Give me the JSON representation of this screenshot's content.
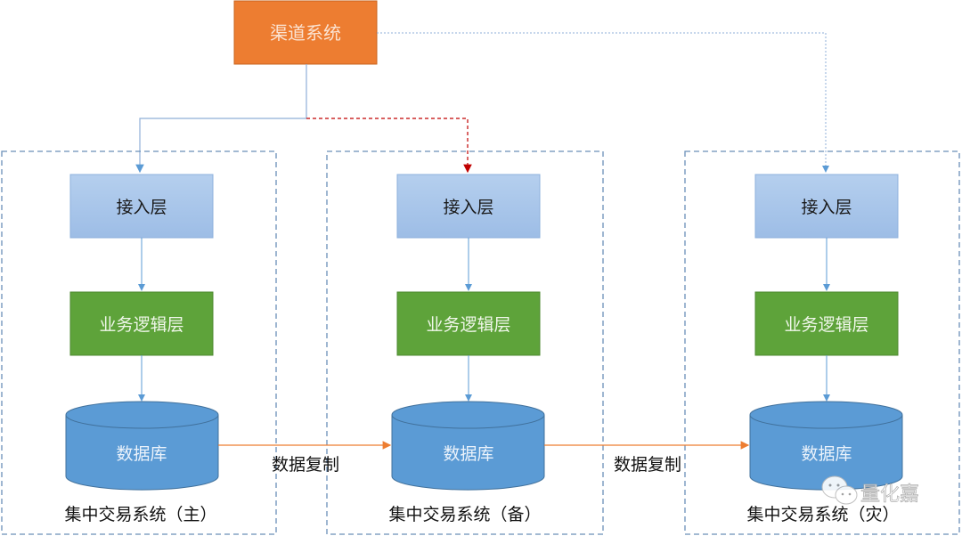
{
  "channel": {
    "label": "渠道系统"
  },
  "systems": [
    {
      "title": "集中交易系统（主）",
      "access": "接入层",
      "logic": "业务逻辑层",
      "db": "数据库"
    },
    {
      "title": "集中交易系统（备）",
      "access": "接入层",
      "logic": "业务逻辑层",
      "db": "数据库"
    },
    {
      "title": "集中交易系统（灾）",
      "access": "接入层",
      "logic": "业务逻辑层",
      "db": "数据库"
    }
  ],
  "replication": [
    "数据复制",
    "数据复制"
  ],
  "watermark": {
    "text": "量化嘉",
    "icon": "wechat-icon"
  },
  "colors": {
    "orange": "#ED7D31",
    "access": "#A7C5E9",
    "logic": "#5EA33A",
    "db": "#5B9BD5",
    "line": "#5B9BD5",
    "red": "#C00000"
  }
}
